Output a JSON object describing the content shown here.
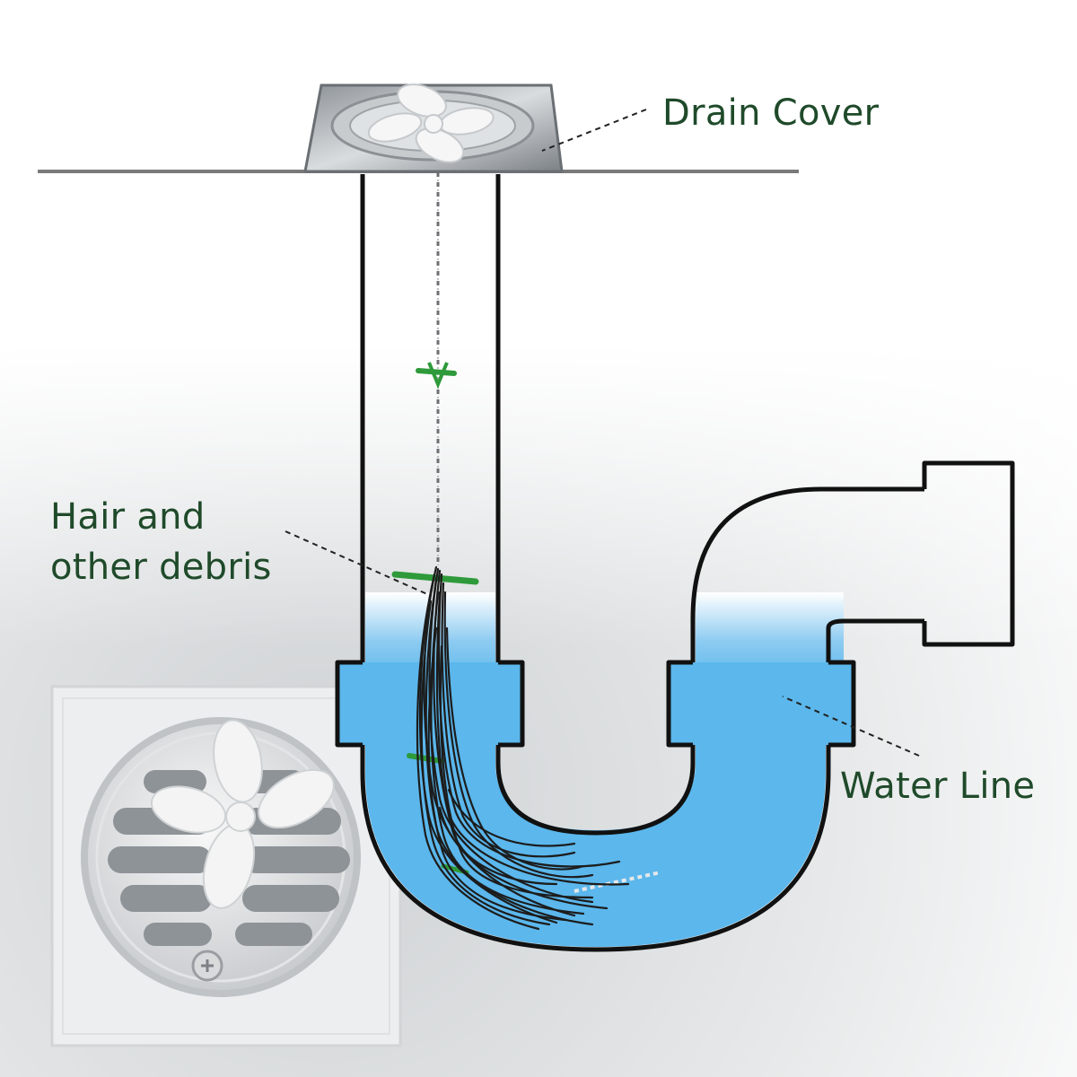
{
  "labels": {
    "drain_cover": "Drain Cover",
    "hair_line1": "Hair and",
    "hair_line2": "other debris",
    "water_line": "Water Line"
  },
  "colors": {
    "label_text": "#1f4a2a",
    "water": "#5bb7ec",
    "water_light": "#bfe4f8",
    "pipe_outline": "#111111",
    "hook_green": "#2e9a3a",
    "hair": "#1c1c1c",
    "steel": "#b9bec3"
  },
  "icons": {
    "drain_cover_top": "drain-cover-icon",
    "drain_cover_photo": "floor-drain-icon",
    "flower_stopper": "flower-stopper-icon"
  }
}
